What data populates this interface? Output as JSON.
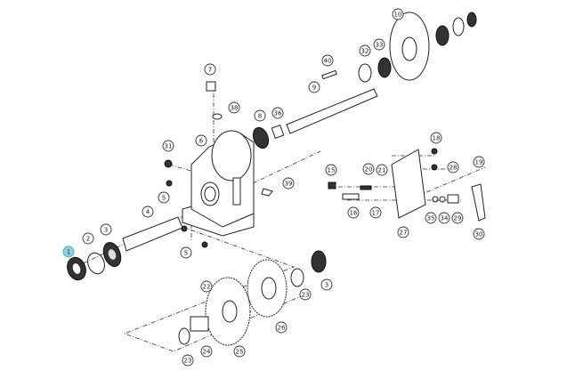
{
  "diagram": {
    "highlight_color": "#8fcfe0",
    "callouts": [
      "1",
      "2",
      "3",
      "4",
      "5",
      "5",
      "6",
      "7",
      "38",
      "8",
      "36",
      "9",
      "40",
      "32",
      "33",
      "10",
      "31",
      "39",
      "15",
      "16",
      "17",
      "20",
      "21",
      "18",
      "28",
      "19",
      "27",
      "35",
      "34",
      "29",
      "30",
      "3",
      "23",
      "22",
      "23",
      "24",
      "25",
      "26"
    ],
    "highlighted": "1"
  }
}
